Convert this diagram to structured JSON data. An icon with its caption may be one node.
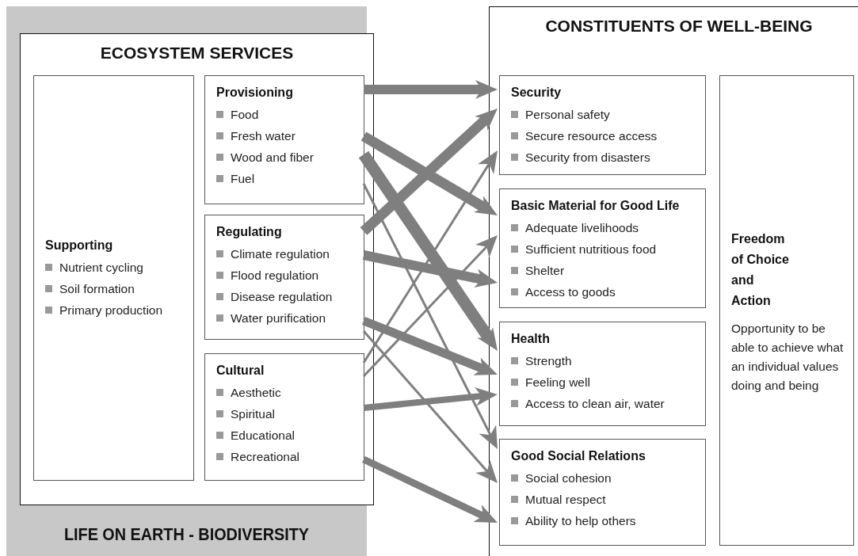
{
  "diagram": {
    "nodes": [
      {
        "text": [
          "LIFE ON EARTH - BIODIVERSITY"
        ]
      },
      {
        "text": [
          "ECOSYSTEM SERVICES"
        ],
        "in": 0
      },
      {
        "text": [
          "Supporting",
          "Nutrient cycling",
          "Soil formation",
          "Primary production"
        ],
        "in": 1
      },
      {
        "text": [
          "Provisioning",
          "Food",
          "Fresh water",
          "Wood and fiber",
          "Fuel"
        ],
        "in": 1
      },
      {
        "text": [
          "Regulating",
          "Climate regulation",
          "Flood regulation",
          "Disease regulation",
          "Water purification"
        ],
        "in": 1
      },
      {
        "text": [
          "Cultural",
          "Aesthetic",
          "Spiritual",
          "Educational",
          "Recreational"
        ],
        "in": 1
      },
      {
        "text": [
          "CONSTITUENTS OF WELL-BEING"
        ]
      },
      {
        "text": [
          "Security",
          "Personal safety",
          "Secure resource access",
          "Security from disasters"
        ],
        "in": 6
      },
      {
        "text": [
          "Basic Material for Good Life",
          "Adequate livelihoods",
          "Sufficient nutritious food",
          "Shelter",
          "Access to goods"
        ],
        "in": 6
      },
      {
        "text": [
          "Health",
          "Strength",
          "Feeling well",
          "Access to clean air, water"
        ],
        "in": 6
      },
      {
        "text": [
          "Good Social Relations",
          "Social cohesion",
          "Mutual respect",
          "Ability to help others"
        ],
        "in": 6
      },
      {
        "text": [
          "Freedom of Choice and Action",
          "Opportunity to be able to achieve what an individual values doing and being"
        ],
        "in": 6
      }
    ],
    "edges": [
      {
        "from": 3,
        "to": 7,
        "arrow": "to"
      },
      {
        "from": 3,
        "to": 8,
        "arrow": "to"
      },
      {
        "from": 3,
        "to": 9,
        "arrow": "to"
      },
      {
        "from": 3,
        "to": 10,
        "arrow": "to"
      },
      {
        "from": 4,
        "to": 7,
        "arrow": "to"
      },
      {
        "from": 4,
        "to": 8,
        "arrow": "to"
      },
      {
        "from": 4,
        "to": 9,
        "arrow": "to"
      },
      {
        "from": 4,
        "to": 10,
        "arrow": "to"
      },
      {
        "from": 5,
        "to": 7,
        "arrow": "to"
      },
      {
        "from": 5,
        "to": 8,
        "arrow": "to"
      },
      {
        "from": 5,
        "to": 9,
        "arrow": "to"
      },
      {
        "from": 5,
        "to": 10,
        "arrow": "to"
      }
    ]
  }
}
